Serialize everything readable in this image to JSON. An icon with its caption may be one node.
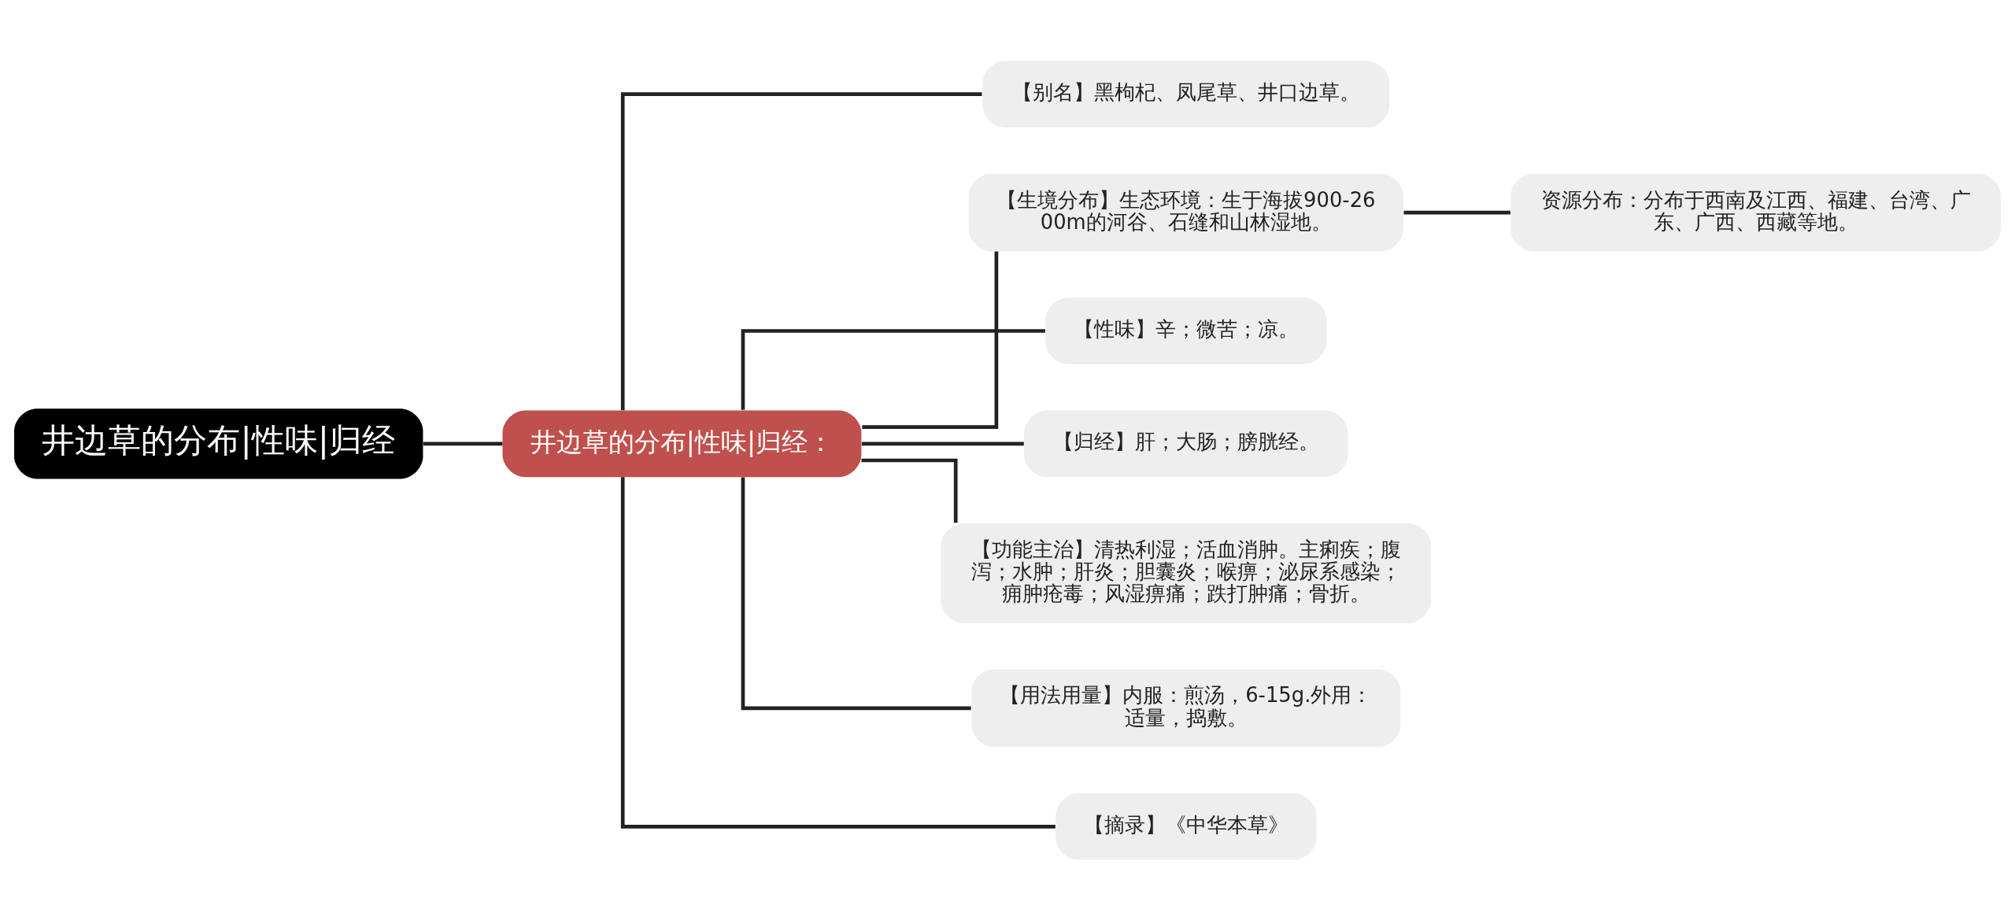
{
  "diagram": {
    "nodes": [
      {
        "text": [
          "井边草的分布|性味|归经"
        ]
      },
      {
        "text": [
          "井边草的分布|性味|归经："
        ]
      },
      {
        "text": [
          "【别名】黑枸杞、凤尾草、井口边草。"
        ]
      },
      {
        "text": [
          "【生境分布】生态环境：生于海拔900-2600m的河谷、石缝和山林湿地。"
        ]
      },
      {
        "text": [
          "资源分布：分布于西南及江西、福建、台湾、广东、广西、西藏等地。"
        ]
      },
      {
        "text": [
          "【性味】辛；微苦；凉。"
        ]
      },
      {
        "text": [
          "【归经】肝；大肠；膀胱经。"
        ]
      },
      {
        "text": [
          "【功能主治】清热利湿；活血消肿。主痢疾；腹泻；水肿；肝炎；胆囊炎；喉痹；泌尿系感染；痈肿疮毒；风湿痹痛；跌打肿痛；骨折。"
        ]
      },
      {
        "text": [
          "【用法用量】内服：煎汤，6-15g.外用：适量，捣敷。"
        ]
      },
      {
        "text": [
          "【摘录】《中华本草》"
        ]
      }
    ],
    "edges": [
      {
        "from": 0,
        "to": 1,
        "arrow": "none"
      },
      {
        "from": 1,
        "to": 2,
        "arrow": "none"
      },
      {
        "from": 1,
        "to": 3,
        "arrow": "none"
      },
      {
        "from": 3,
        "to": 4,
        "arrow": "none"
      },
      {
        "from": 1,
        "to": 5,
        "arrow": "none"
      },
      {
        "from": 1,
        "to": 6,
        "arrow": "none"
      },
      {
        "from": 1,
        "to": 7,
        "arrow": "none"
      },
      {
        "from": 1,
        "to": 8,
        "arrow": "none"
      },
      {
        "from": 1,
        "to": 9,
        "arrow": "none"
      }
    ]
  }
}
